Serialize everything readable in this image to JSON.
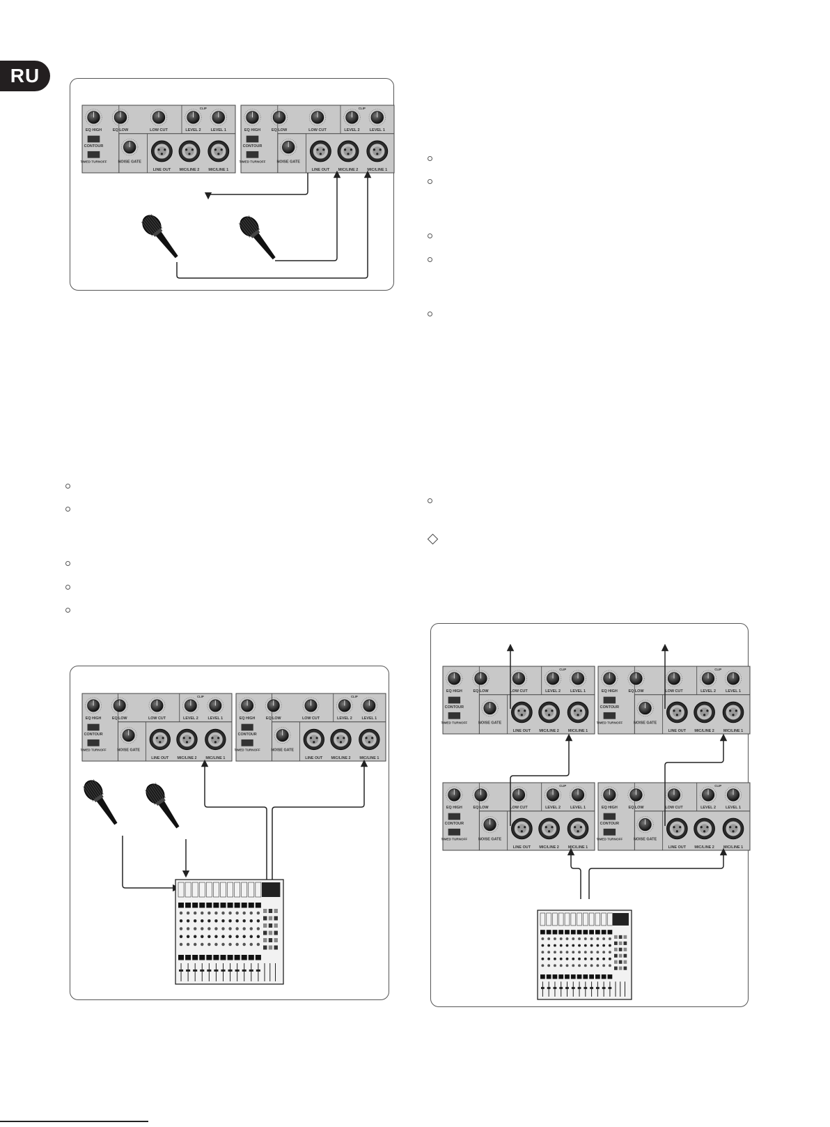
{
  "language_tab": "RU",
  "panel_labels": {
    "eq_high": "EQ HIGH",
    "eq_low": "EQ LOW",
    "low_cut": "LOW CUT",
    "level2": "LEVEL 2",
    "level1": "LEVEL 1",
    "contour": "CONTOUR",
    "timed_turnoff": "TIMED TURNOFF",
    "noise_gate": "NOISE GATE",
    "line_out": "LINE OUT",
    "mic_line2": "MIC/LINE 2",
    "mic_line1": "MIC/LINE 1",
    "clip": "CLIP"
  },
  "footer": "",
  "colors": {
    "panel": "#c8c8c8",
    "panel_dark": "#8a8a8a",
    "cable": "#222222",
    "tab_bg": "#231f20"
  }
}
